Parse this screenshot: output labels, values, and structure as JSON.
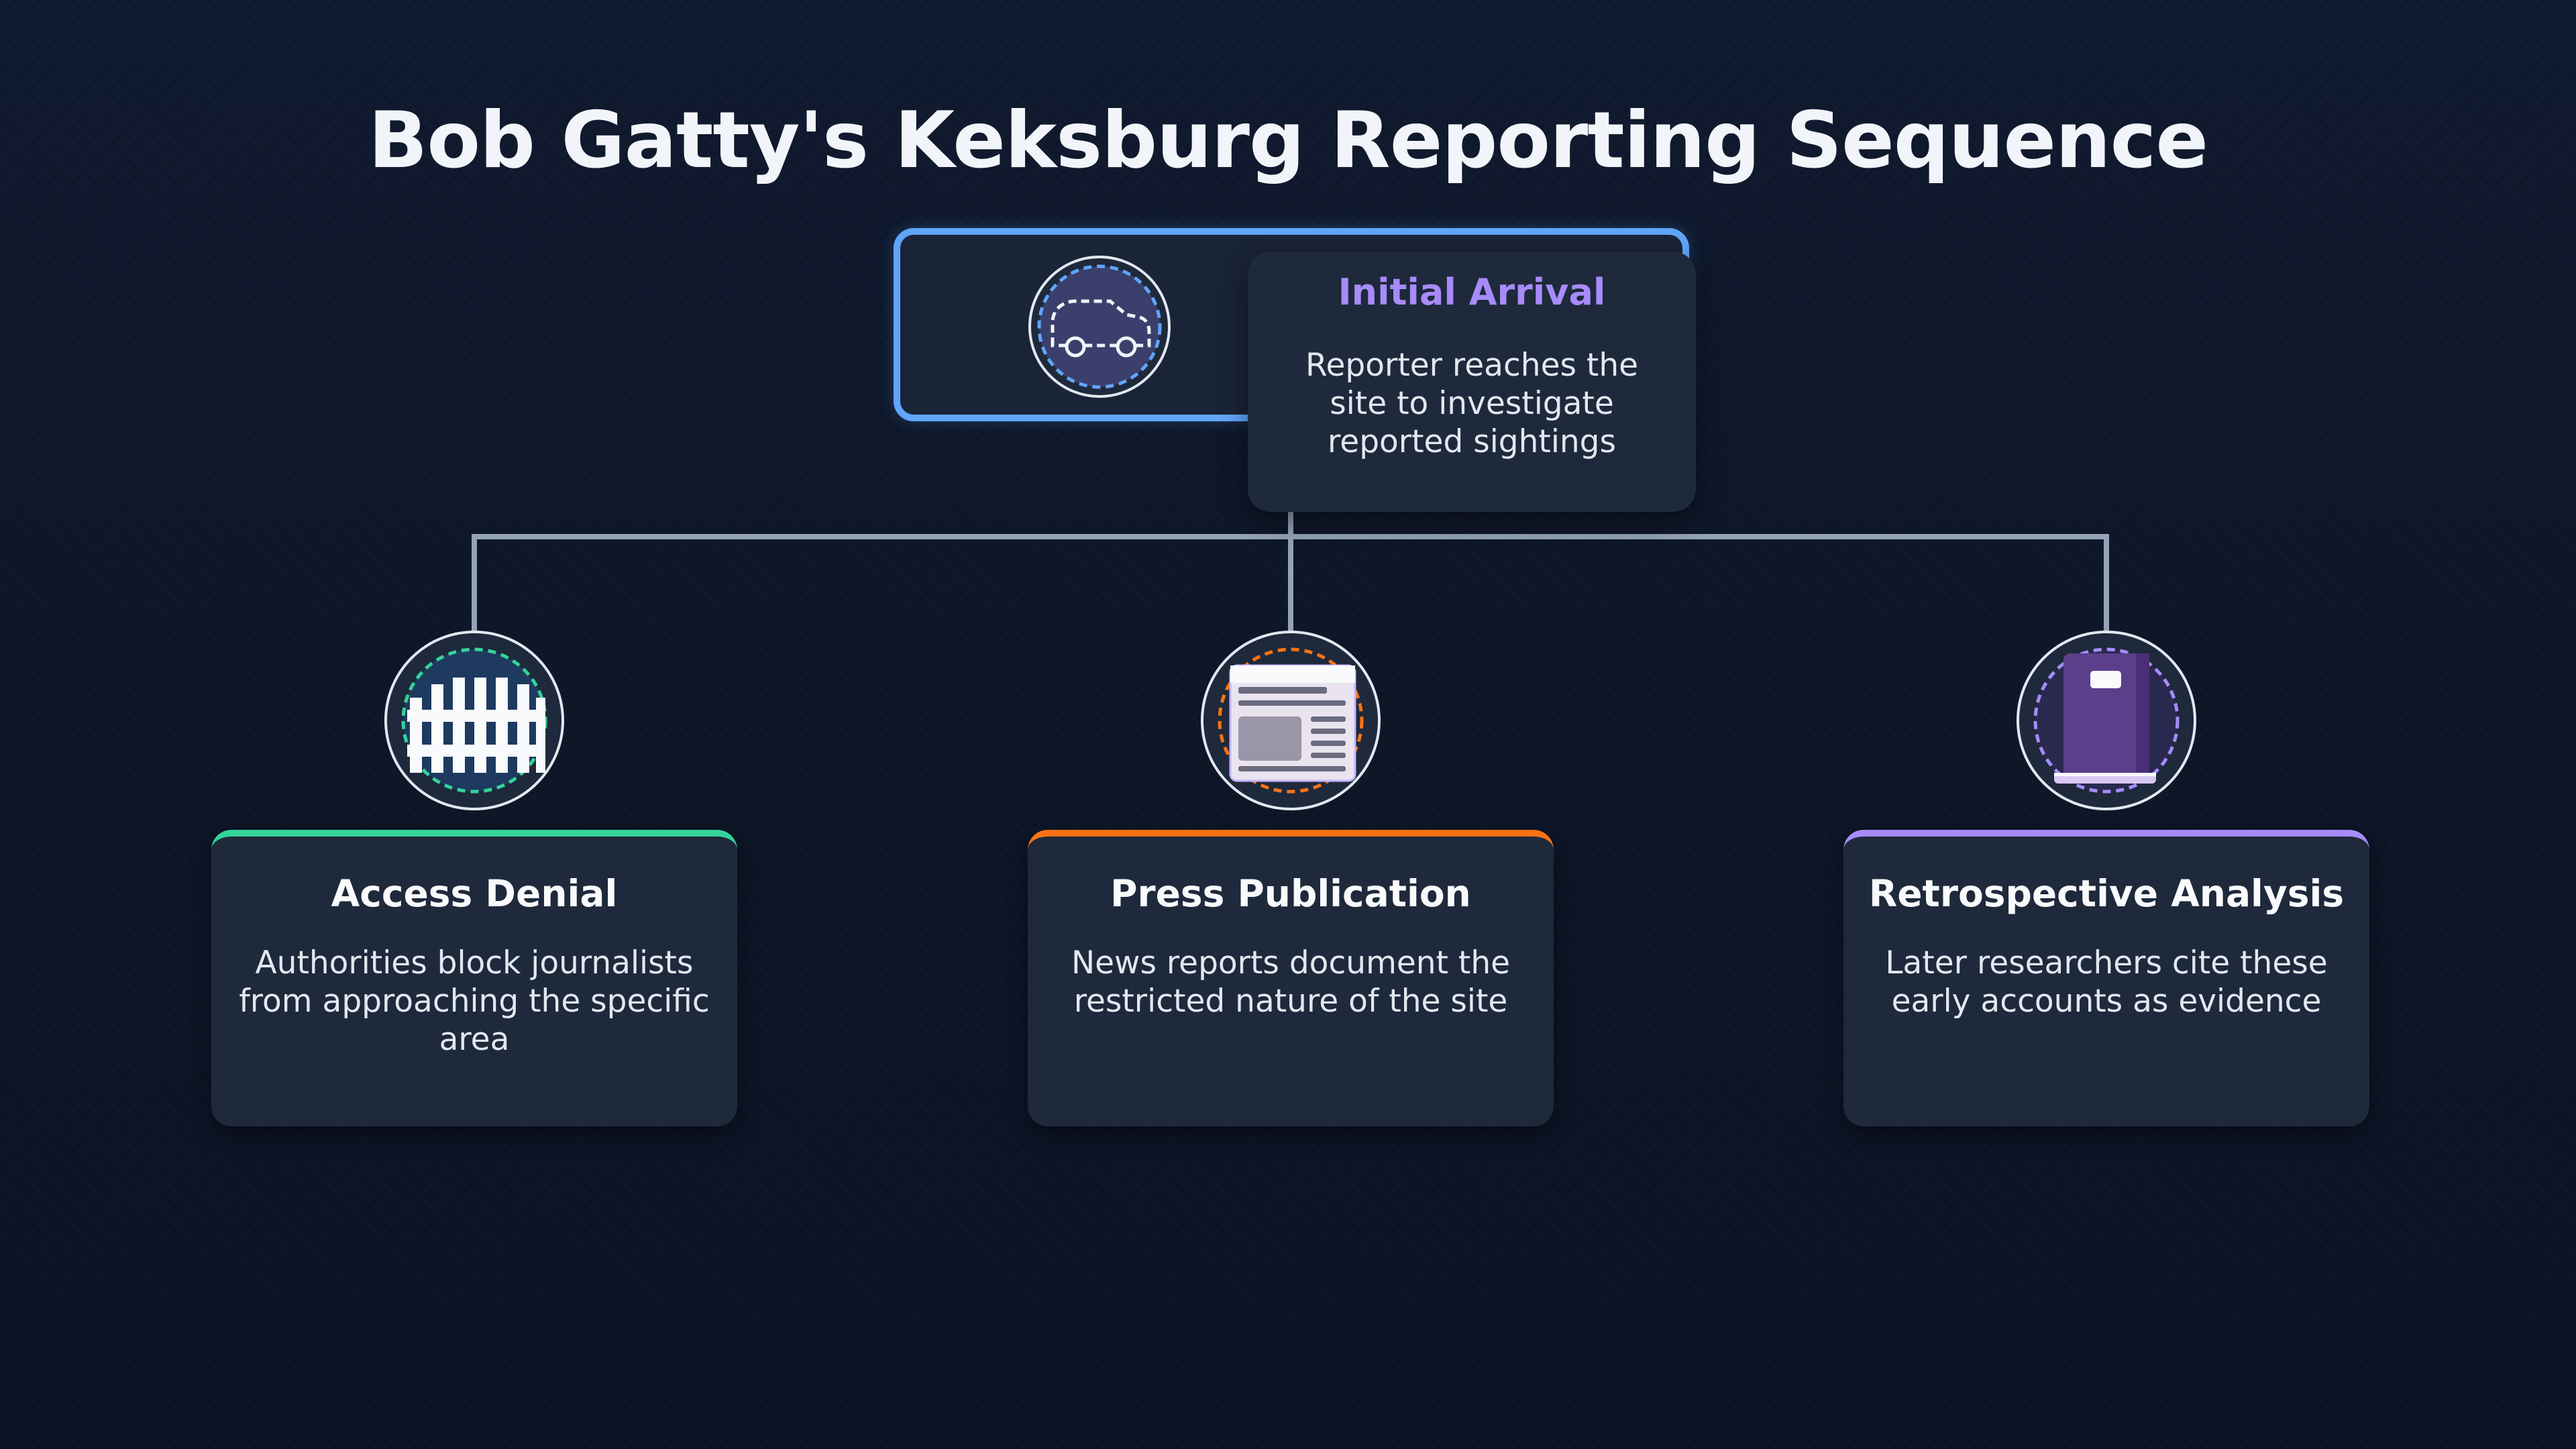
{
  "title": "Bob Gatty's Keksburg Reporting Sequence",
  "root": {
    "title": "Initial Arrival",
    "description": "Reporter reaches the site to investigate reported sightings",
    "icon": "car-icon",
    "accent": "#60a5fa",
    "title_color": "#a78bfa"
  },
  "children": [
    {
      "title": "Access Denial",
      "description": "Authorities block journalists from approaching the specific area",
      "icon": "fence-icon",
      "accent": "#34d399"
    },
    {
      "title": "Press Publication",
      "description": "News reports document the restricted nature of the site",
      "icon": "newspaper-icon",
      "accent": "#f97316"
    },
    {
      "title": "Retrospective Analysis",
      "description": "Later researchers cite these early accounts as evidence",
      "icon": "book-icon",
      "accent": "#a78bfa"
    }
  ]
}
